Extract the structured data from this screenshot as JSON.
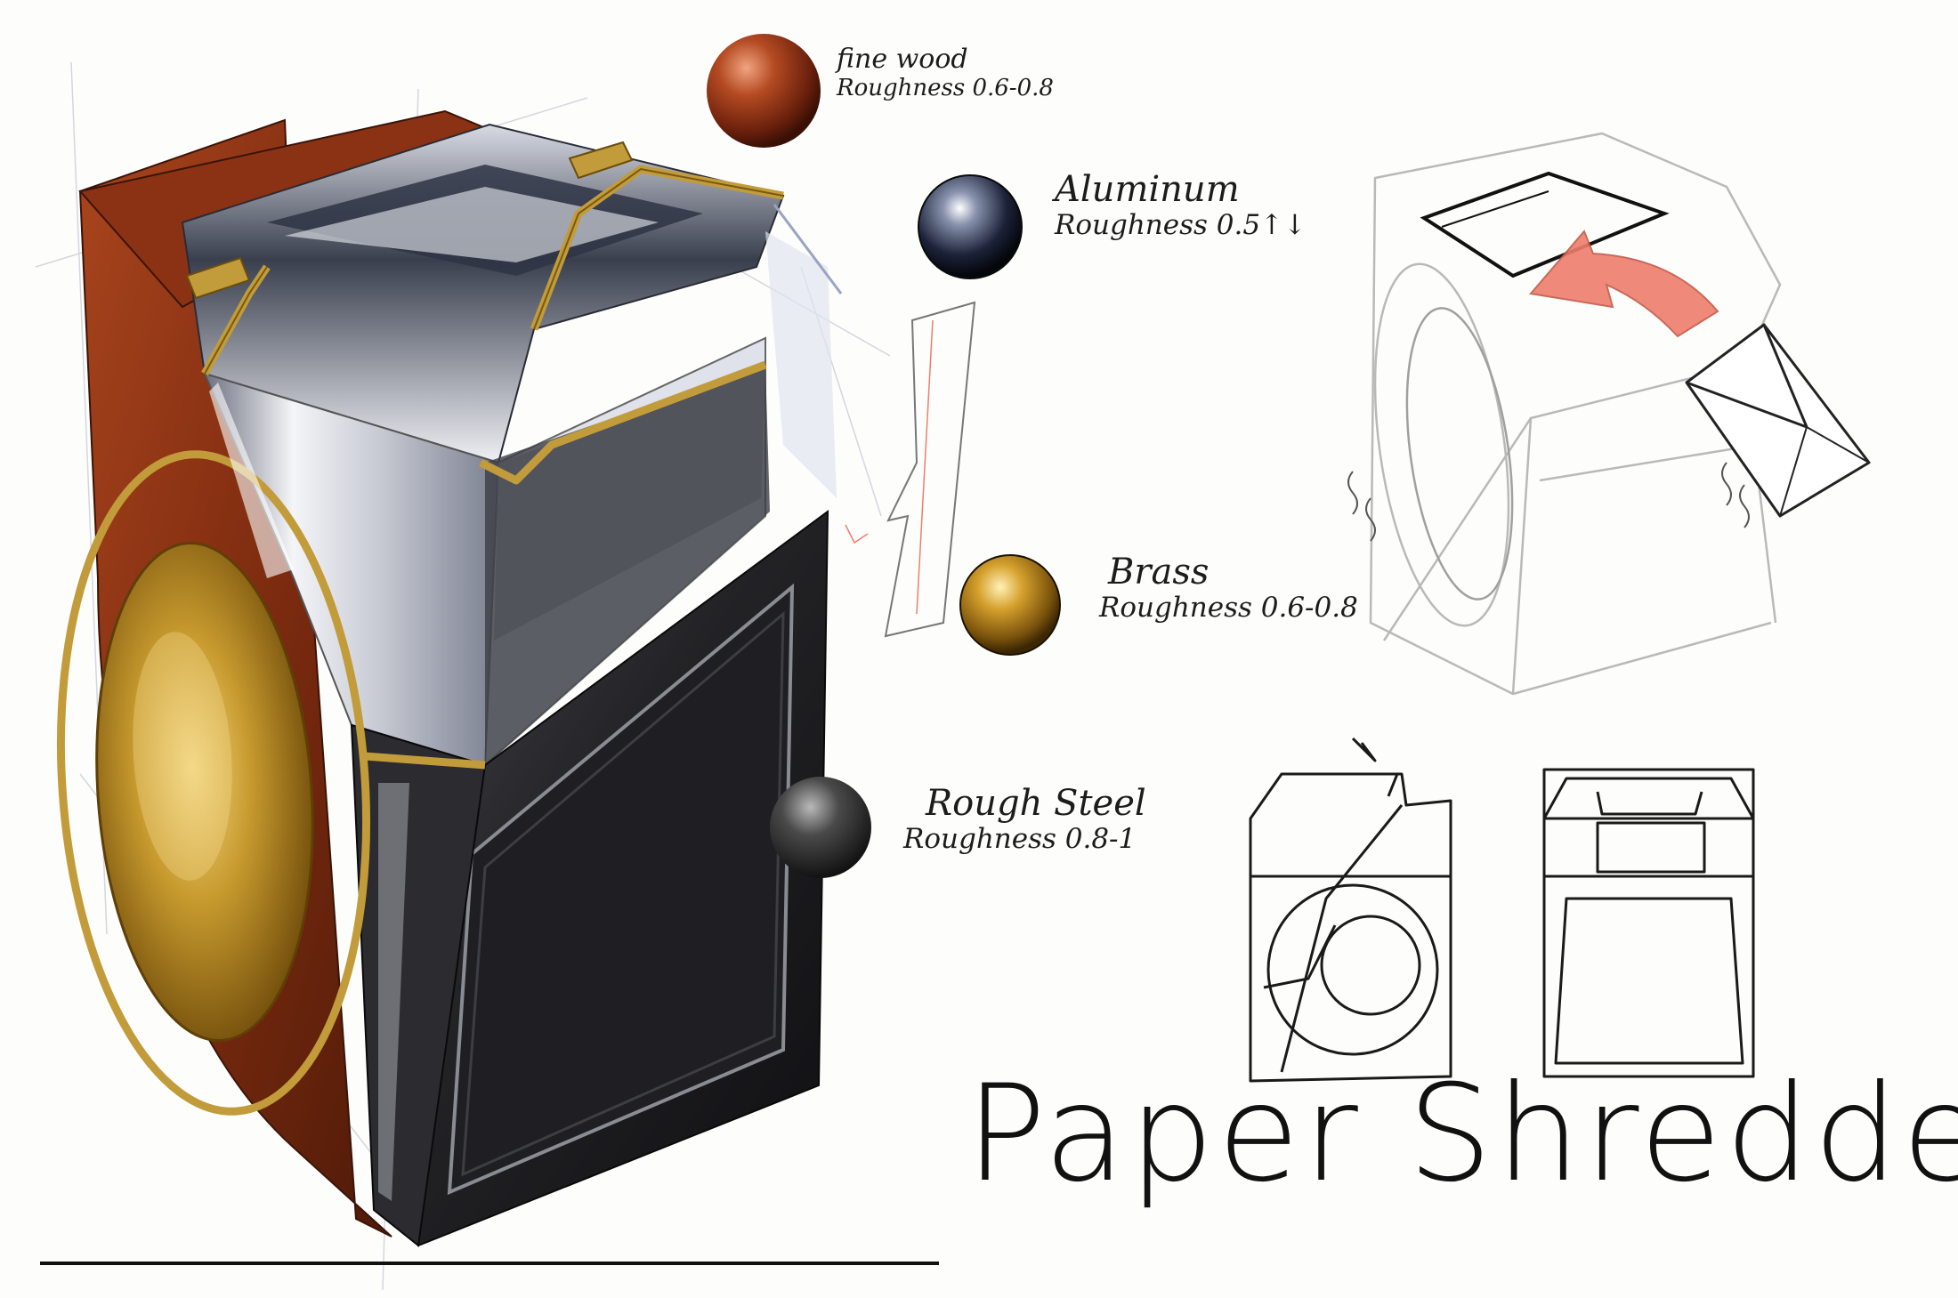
{
  "title": "Paper Shredder",
  "materials": [
    {
      "name": "fine wood",
      "roughness": "Roughness 0.6-0.8",
      "color": "#9a3a1c"
    },
    {
      "name": "Aluminum",
      "roughness": "Roughness  0.5↑↓",
      "color": "#2a3450"
    },
    {
      "name": "Brass",
      "roughness": "Roughness  0.6-0.8",
      "color": "#b98a1e"
    },
    {
      "name": "Rough Steel",
      "roughness": "Roughness  0.8-1",
      "color": "#3a3a3a"
    }
  ],
  "colors": {
    "wood": "#8e3417",
    "brass": "#c29b3a",
    "steel_dark": "#2b2b2e",
    "aluminum_light": "#e6e8ee",
    "arrow": "#ee7e6c",
    "line": "#1a1a1a"
  }
}
